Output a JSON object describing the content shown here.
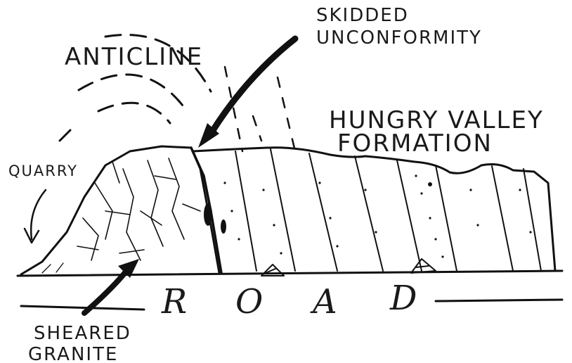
{
  "labels": {
    "anticline": "ANTICLINE",
    "skidded_line1": "SKIDDED",
    "skidded_line2": "UNCONFORMITY",
    "hungry_line1": "HUNGRY VALLEY",
    "hungry_line2": "FORMATION",
    "quarry": "QUARRY",
    "sheared_line1": "SHEARED",
    "sheared_line2": "GRANITE",
    "road_letters": [
      "R",
      "O",
      "A",
      "D"
    ]
  },
  "colors": {
    "ink": "#111111",
    "paper": "#ffffff"
  }
}
